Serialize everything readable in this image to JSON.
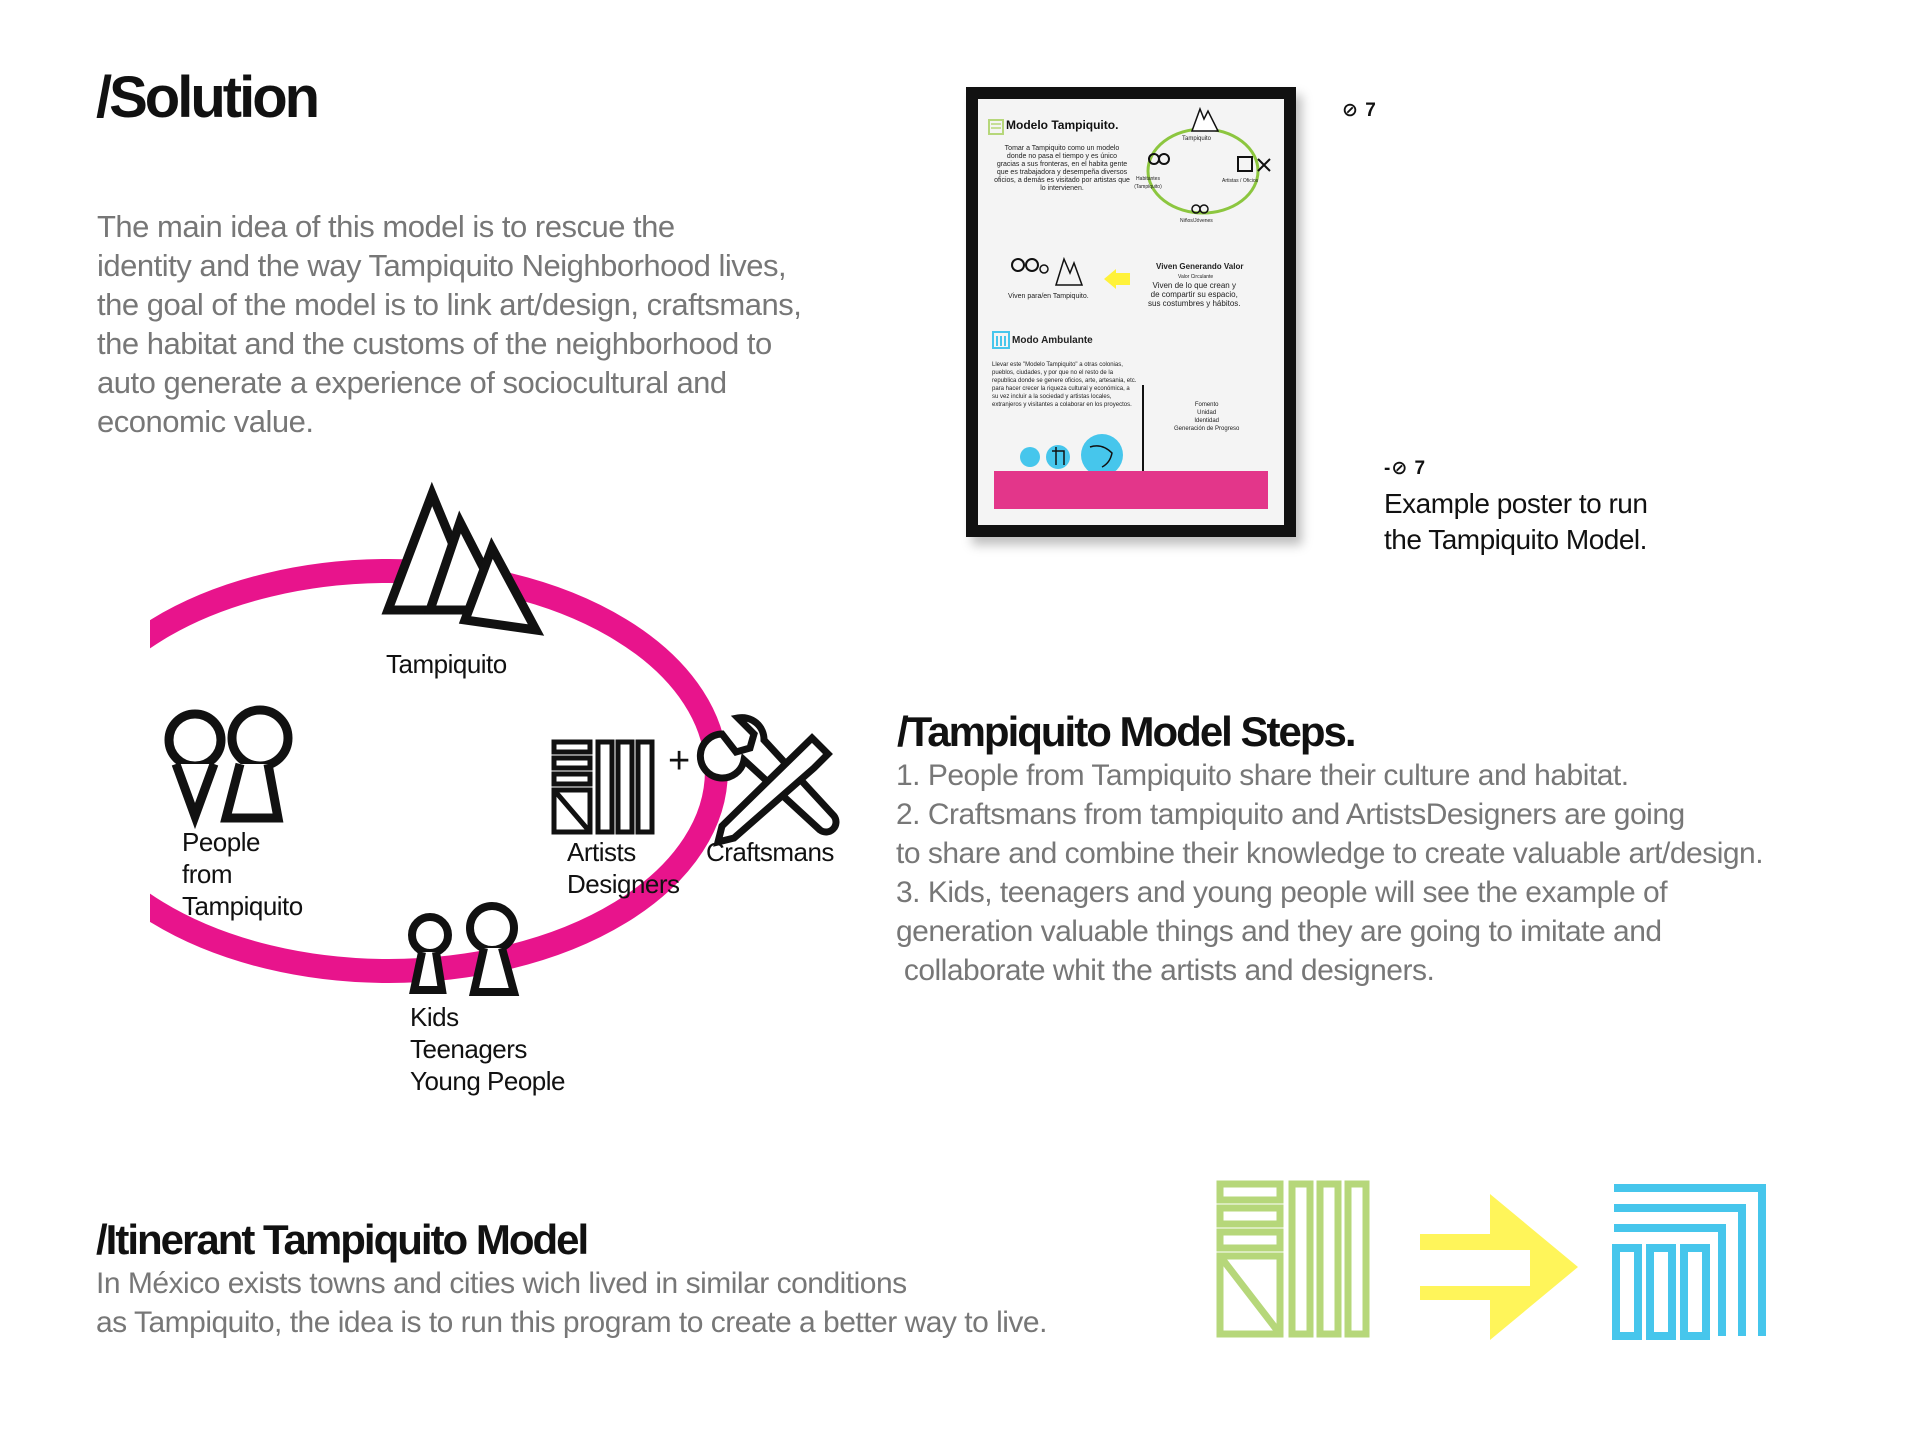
{
  "solution": {
    "title": "/Solution",
    "lines": [
      "The main idea of this model is to rescue the",
      "identity and the way Tampiquito Neighborhood lives,",
      "the goal of the model is to link art/design, craftsmans,",
      "the habitat and the customs of the neighborhood to",
      "auto generate a experience of sociocultural and",
      "economic value."
    ]
  },
  "poster": {
    "number": "⊘ 7",
    "caption_number": "-⊘ 7",
    "caption_lines": [
      "Example poster to run",
      "the Tampiquito Model."
    ],
    "title": "Modelo Tampiquito.",
    "intro_lines": [
      "Tomar a Tampiquito como un modelo",
      "donde no pasa el tiempo y es único",
      "gracias a sus fronteras, en el habita gente",
      "que es trabajadora y desempeña diversos",
      "oficios, a demás es visitado por artistas que",
      "lo intervienen."
    ],
    "circle_top": "Tampiquito",
    "circle_left": "Habitantes (Tampiquito)",
    "circle_right": "Artistas / Oficios",
    "circle_bottom": "Niños/Jóvenes",
    "vive_label": "Viven para/en Tampiquito.",
    "value_title": "Viven Generando Valor",
    "value_sub": "Valor Circulante",
    "value_lines": [
      "Viven de lo que crean y",
      "de compartir su espacio,",
      "sus costumbres y hábitos."
    ],
    "mode_title": "Modo Ambulante",
    "mode_lines": [
      "Llevar este \"Modelo Tampiquito\" a otras colonias,",
      "pueblos, ciudades, y por que no el resto de la",
      "republica donde se genere oficios, arte, artesania, etc.",
      "para hacer crecer la riqueza cultural y económica, a",
      "su vez incluir a la sociedad y artistas locales,",
      "extranjeros y visitantes a colaborar en los proyectos."
    ],
    "fomento_lines": [
      "Fomento",
      "Unidad",
      "Identidad",
      "Generación de Progreso"
    ]
  },
  "diagram": {
    "top_label": "Tampiquito",
    "left_label": [
      "People",
      "from",
      "Tampiquito"
    ],
    "artists_label": [
      "Artists",
      "Designers"
    ],
    "craftsmans_label": "Craftsmans",
    "bottom_label": [
      "Kids",
      "Teenagers",
      "Young People"
    ],
    "plus": "+",
    "ring_color": "#e8148c"
  },
  "steps": {
    "title": "/Tampiquito Model Steps.",
    "lines": [
      "1. People from Tampiquito share their culture and habitat.",
      "2. Craftsmans from tampiquito and ArtistsDesigners are going",
      "to share and combine their knowledge to create valuable art/design.",
      "3. Kids, teenagers and young people will see the example of",
      "generation valuable things and they are going to imitate and",
      " collaborate whit the artists and designers."
    ]
  },
  "itinerant": {
    "title": "/Itinerant Tampiquito Model",
    "lines": [
      "In México exists towns and cities wich lived in similar conditions",
      "as Tampiquito, the idea is to run this program to create a better way to live."
    ],
    "colors": {
      "green": "#b6d77a",
      "yellow": "#fff55a",
      "blue": "#46c6ec"
    }
  }
}
